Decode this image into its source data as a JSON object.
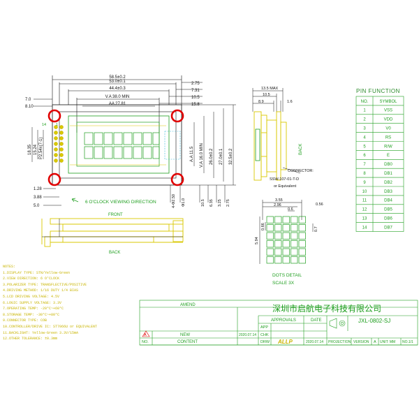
{
  "colors": {
    "drawing": "#111111",
    "green": "#1e9e1e",
    "yellow": "#d9c800",
    "red": "#e00000",
    "cyan": "#37b8d8"
  },
  "dims_top": [
    "58.5±0.2",
    "53.0±0.1",
    "44.4±0.3",
    "V.A 38.0 MIN",
    "AA 27.81"
  ],
  "dims_right_top": [
    "2.75",
    "7.31",
    "10.5",
    "15.8"
  ],
  "dims_left": [
    "7.0",
    "8.10"
  ],
  "dims_left_side": [
    "18.35",
    "15.24",
    "P2.54x(7-1)"
  ],
  "dims_right_side": [
    "A.A 11.5",
    "V.A 16.0 MIN",
    "26.0±0.2",
    "27.0±0.1",
    "32.5±0.2"
  ],
  "dims_bottom_left": [
    "1.28",
    "3.88",
    "5.0"
  ],
  "dims_bottom_right": [
    "4-Φ2.50",
    "Φ1.0",
    "10.5",
    "6.35",
    "3.25",
    "2.75"
  ],
  "pin_labels": [
    "14",
    "1"
  ],
  "view_direction": "6 O'CLOCK VIEWING DIRECTION",
  "front_label": "FRONT",
  "back_label": "BACK",
  "side_dims": [
    "13.5 MAX",
    "10.5",
    "8.9",
    "1.6"
  ],
  "side_back": "BACK",
  "connector": {
    "title": "CONNECTOR:",
    "part": "SSW-107-01-T-D",
    "alt": "or Equivalent"
  },
  "dots_dims": [
    "3.55",
    "2.96",
    "0.6",
    "0.56",
    "5.94",
    "0.66",
    "0.7"
  ],
  "dots_title": "DOTS DETAIL",
  "dots_scale": "SCALE 3X",
  "pin_function": {
    "title": "PIN FUNCTION",
    "headers": [
      "NO.",
      "SYMBOL"
    ],
    "rows": [
      [
        "1",
        "VSS"
      ],
      [
        "2",
        "VDD"
      ],
      [
        "3",
        "V0"
      ],
      [
        "4",
        "RS"
      ],
      [
        "5",
        "R/W"
      ],
      [
        "6",
        "E"
      ],
      [
        "7",
        "DB0"
      ],
      [
        "8",
        "DB1"
      ],
      [
        "9",
        "DB2"
      ],
      [
        "10",
        "DB3"
      ],
      [
        "11",
        "DB4"
      ],
      [
        "12",
        "DB5"
      ],
      [
        "13",
        "DB6"
      ],
      [
        "14",
        "DB7"
      ]
    ]
  },
  "notes": {
    "title": "NOTES:",
    "items": [
      "1.DISPLAY TYPE: STN/Yellow-Green",
      "2.VIEW DIRECTION: 6 O'CLOCK",
      "3.POLARIZER TYPE: TRANSFLECTIVE/POSITIVE",
      "4.DRIVING METHOD: 1/16 DUTY 1/4 BIAS",
      "5.LCD DRIVING VOLTAGE: 4.5V",
      "6.LOGIC SUPPLY VOLTAGE: 3.3V",
      "7.OPERATING TEMP: -20°C~+60°C",
      "8.STORAGE TEMP: -30°C~+80°C",
      "9.CONNECTOR TYPE: COB",
      "10.CONTROLLER/DRIVE IC: ST7066U or EQUIVALENT",
      "11.BACKLIGHT: Yellow-Green 3.3V/15mA",
      "12.OTHER TOLERANCE: ±0.3mm"
    ]
  },
  "title_block": {
    "amend": "AMEND",
    "company": "深圳市启航电子科技有限公司",
    "approvals": "APPROVALS",
    "date": "DATE",
    "app": "APP",
    "chk": "CHK",
    "drw": "DRW",
    "part_no": "JXL-0802-SJ",
    "rev_letter": "A",
    "new": "NEW",
    "no": "NO.",
    "content": "CONTENT",
    "date1": "2020.07.14",
    "date2": "2020.07.14",
    "signature": "ALLP",
    "projection": "PROJECTION",
    "version": "VERSION",
    "version_val": "A",
    "unit": "UNIT: MM",
    "sheet": "NO.1/1"
  }
}
